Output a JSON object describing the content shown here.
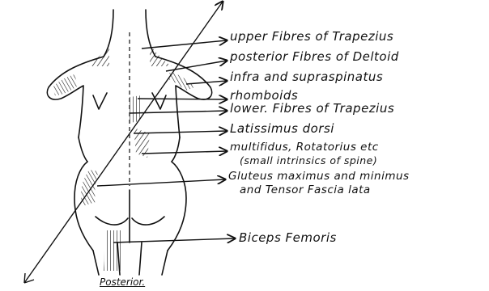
{
  "diagram": {
    "caption": "Posterior.",
    "ink_color": "#111111",
    "labels": [
      {
        "id": "upper-trapezius",
        "text": "upper Fibres of Trapezius"
      },
      {
        "id": "posterior-deltoid",
        "text": "posterior Fibres of Deltoid"
      },
      {
        "id": "infra-supraspinatus",
        "text": "infra and supraspinatus"
      },
      {
        "id": "rhomboids",
        "text": "rhomboids"
      },
      {
        "id": "lower-trapezius",
        "text": "lower. Fibres of Trapezius"
      },
      {
        "id": "latissimus-dorsi",
        "text": "Latissimus dorsi"
      },
      {
        "id": "multifidus-line1",
        "text": "multifidus, Rotatorius etc"
      },
      {
        "id": "multifidus-line2",
        "text": "(small intrinsics of spine)"
      },
      {
        "id": "gluteus-line1",
        "text": "Gluteus maximus and minimus"
      },
      {
        "id": "gluteus-line2",
        "text": "and Tensor Fascia lata"
      },
      {
        "id": "biceps-femoris",
        "text": "Biceps Femoris"
      }
    ]
  }
}
